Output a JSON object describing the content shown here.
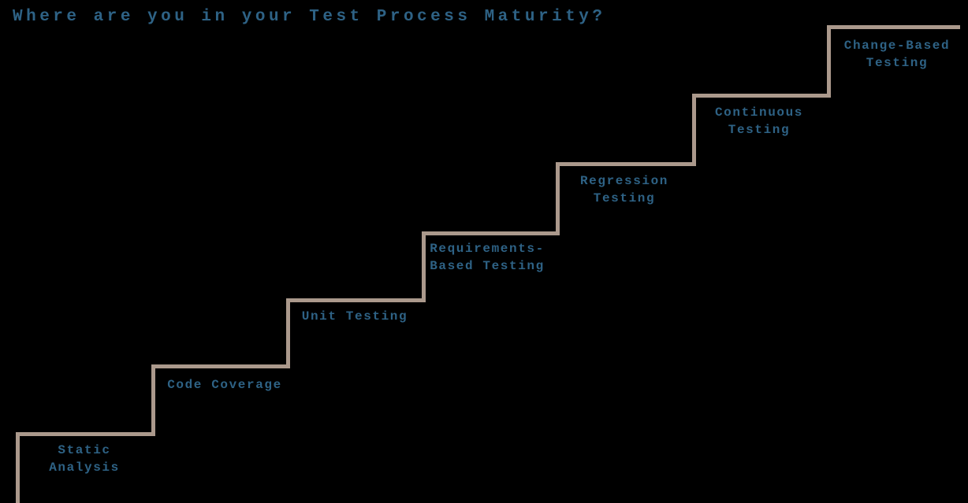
{
  "title": "Where are you in your Test Process Maturity?",
  "diagram": {
    "type": "staircase",
    "description": "Seven ascending steps from bottom-left to top-right, each labeled with a test process maturity stage",
    "steps": [
      {
        "order": 1,
        "label": "Static\nAnalysis"
      },
      {
        "order": 2,
        "label": "Code Coverage"
      },
      {
        "order": 3,
        "label": "Unit Testing"
      },
      {
        "order": 4,
        "label": "Requirements-\nBased Testing"
      },
      {
        "order": 5,
        "label": "Regression\nTesting"
      },
      {
        "order": 6,
        "label": "Continuous\nTesting"
      },
      {
        "order": 7,
        "label": "Change-Based\nTesting"
      }
    ],
    "colors": {
      "background": "#000000",
      "line": "#ab998c",
      "text": "#2e6285"
    }
  }
}
